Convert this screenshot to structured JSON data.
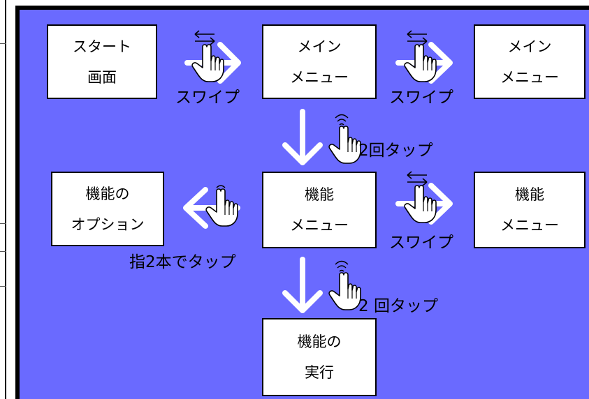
{
  "boxes": {
    "start": {
      "line1": "スタート",
      "line2": "画面"
    },
    "main1": {
      "line1": "メイン",
      "line2": "メニュー"
    },
    "main2": {
      "line1": "メイン",
      "line2": "メニュー"
    },
    "options": {
      "line1": "機能の",
      "line2": "オプション"
    },
    "func1": {
      "line1": "機能",
      "line2": "メニュー"
    },
    "func2": {
      "line1": "機能",
      "line2": "メニュー"
    },
    "exec": {
      "line1": "機能の",
      "line2": "実行"
    }
  },
  "labels": {
    "swipe1": "スワイプ",
    "swipe2": "スワイプ",
    "double_tap1": "2回タップ",
    "two_finger_tap": "指2本でタップ",
    "swipe3": "スワイプ",
    "double_tap2": "2 回タップ"
  },
  "colors": {
    "panel": "#6a6aff",
    "box": "#ffffff",
    "arrow": "#ffffff"
  },
  "icons": [
    "swipe-gesture-icon",
    "double-tap-gesture-icon",
    "two-finger-tap-icon",
    "arrow-right-icon",
    "arrow-left-icon",
    "arrow-down-icon"
  ]
}
